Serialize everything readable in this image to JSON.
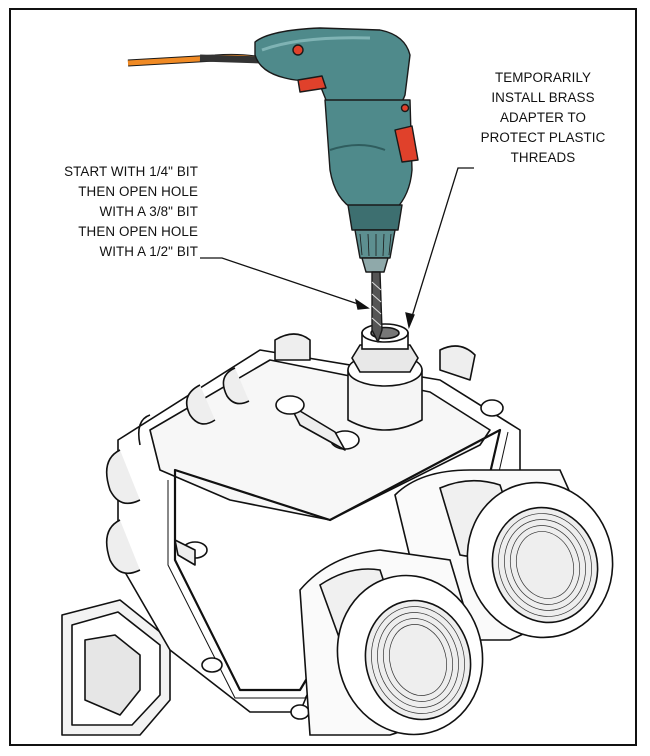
{
  "callouts": {
    "drill_bits": {
      "lines": [
        "START WITH 1/4\" BIT",
        "THEN OPEN HOLE",
        "WITH A 3/8\" BIT",
        "THEN OPEN HOLE",
        "WITH A 1/2\" BIT"
      ]
    },
    "adapter": {
      "lines": [
        "TEMPORARILY",
        "INSTALL BRASS",
        "ADAPTER TO",
        "PROTECT PLASTIC",
        "THREADS"
      ]
    }
  },
  "colors": {
    "drill_body": "#4f8a8b",
    "drill_dark": "#2f5d5e",
    "drill_accent": "#e0412b",
    "cord": "#f08a24",
    "line": "#111111",
    "housing": "#ffffff",
    "shade": "#d9d9d9"
  }
}
